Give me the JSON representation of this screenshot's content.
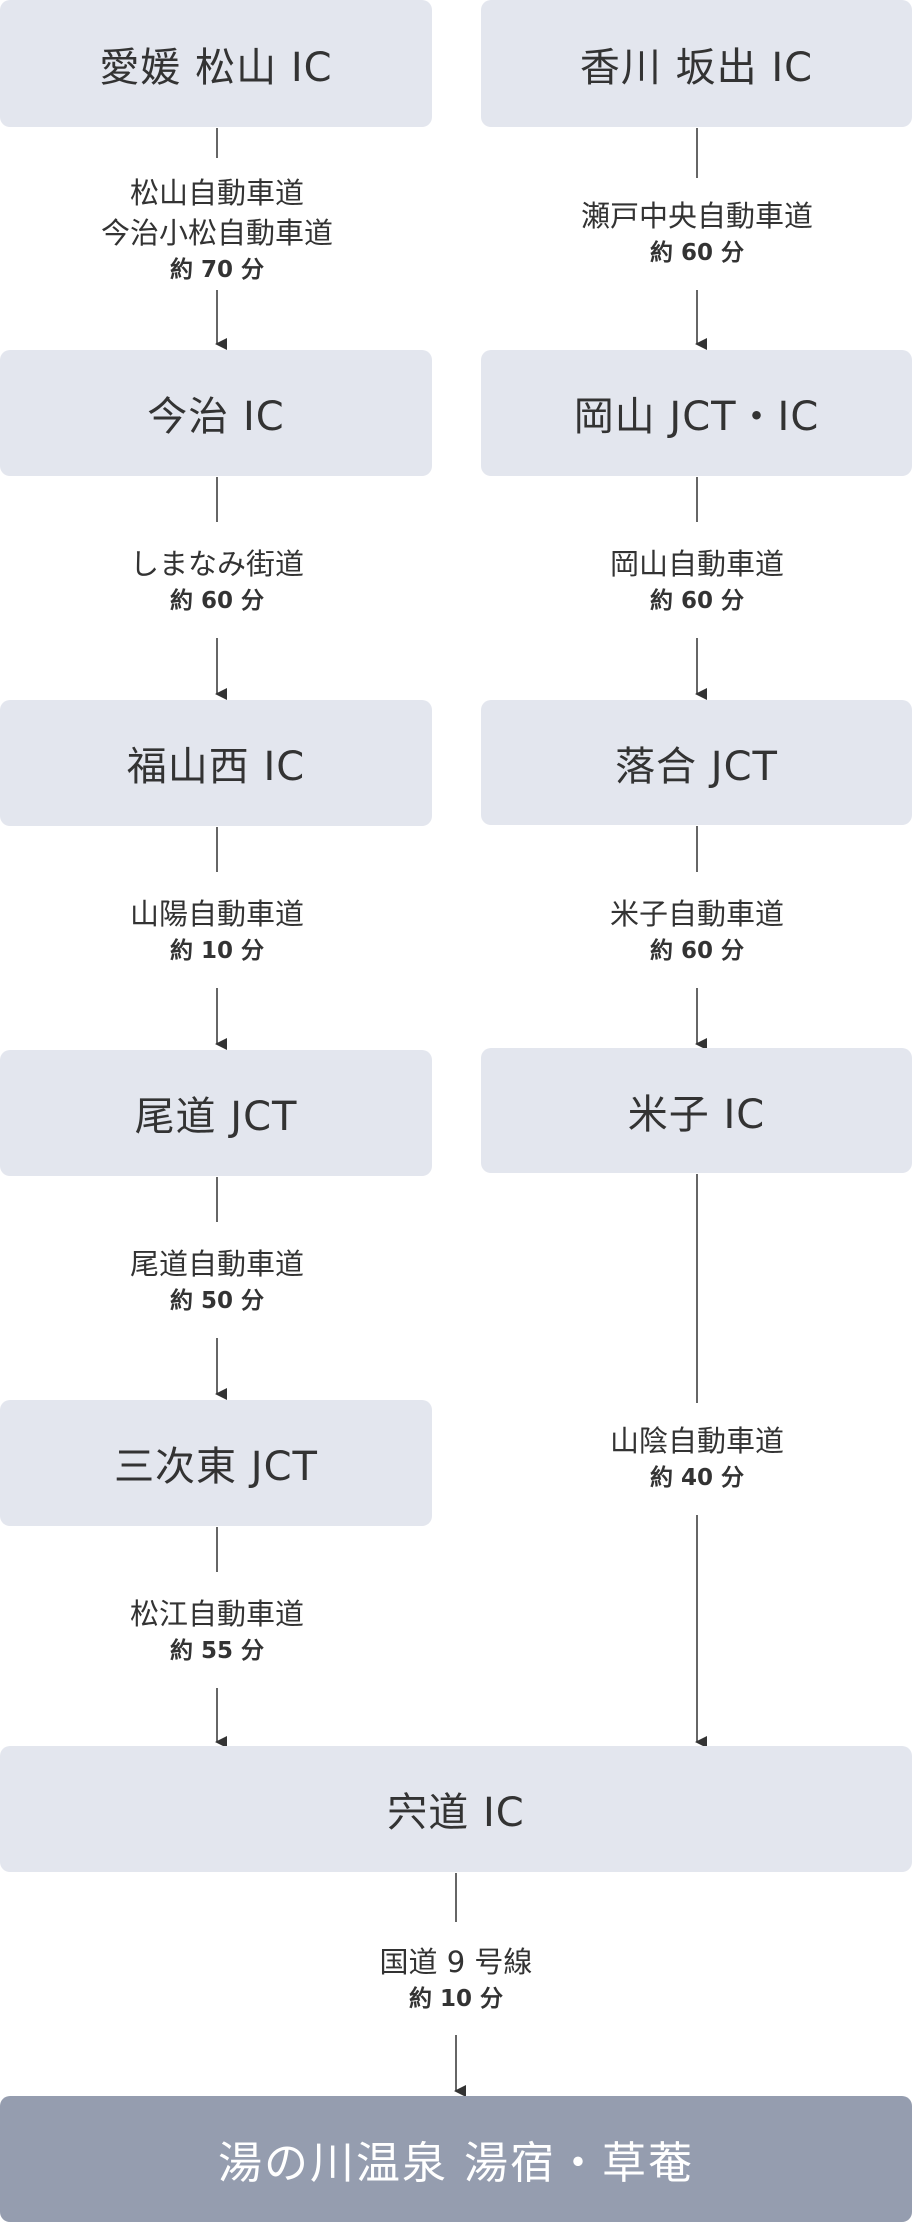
{
  "left_route": {
    "nodes": [
      "愛媛 松山 IC",
      "今治 IC",
      "福山西 IC",
      "尾道 JCT",
      "三次東 JCT"
    ],
    "segments": [
      {
        "road_lines": [
          "松山自動車道",
          "今治小松自動車道"
        ],
        "time": "約 70 分"
      },
      {
        "road_lines": [
          "しまなみ街道"
        ],
        "time": "約 60 分"
      },
      {
        "road_lines": [
          "山陽自動車道"
        ],
        "time": "約 10 分"
      },
      {
        "road_lines": [
          "尾道自動車道"
        ],
        "time": "約 50 分"
      },
      {
        "road_lines": [
          "松江自動車道"
        ],
        "time": "約 55 分"
      }
    ]
  },
  "right_route": {
    "nodes": [
      "香川 坂出 IC",
      "岡山 JCT・IC",
      "落合 JCT",
      "米子 IC"
    ],
    "segments": [
      {
        "road_lines": [
          "瀬戸中央自動車道"
        ],
        "time": "約 60 分"
      },
      {
        "road_lines": [
          "岡山自動車道"
        ],
        "time": "約 60 分"
      },
      {
        "road_lines": [
          "米子自動車道"
        ],
        "time": "約 60 分"
      },
      {
        "road_lines": [
          "山陰自動車道"
        ],
        "time": "約 40 分"
      }
    ]
  },
  "merge": {
    "node": "宍道 IC",
    "segment": {
      "road_lines": [
        "国道 9 号線"
      ],
      "time": "約 10 分"
    }
  },
  "destination": "湯の川温泉 湯宿・草菴",
  "colors": {
    "node_bg": "#e3e6ee",
    "destination_bg": "#959daf",
    "line": "#333333"
  }
}
